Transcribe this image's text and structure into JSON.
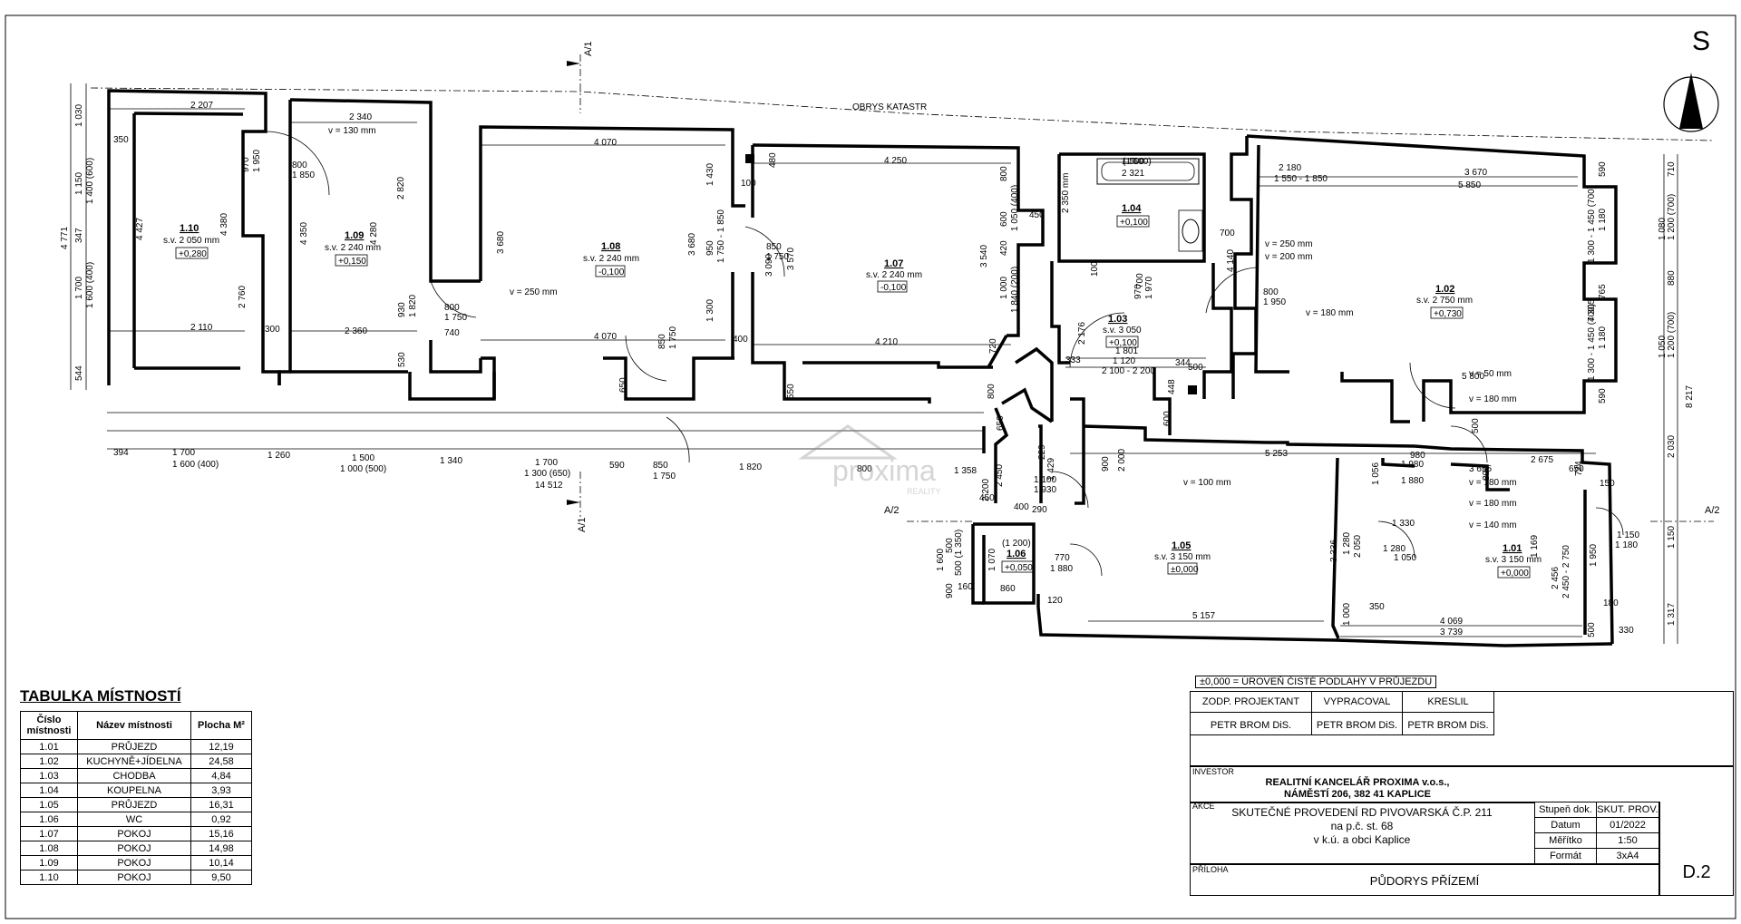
{
  "north_label": "S",
  "cadastre_label": "OBRYS KATASTR",
  "section_marks": {
    "a1": "A/1",
    "a2": "A/2"
  },
  "watermark": {
    "brand": "proxima",
    "sub": "REALITY"
  },
  "rooms": [
    {
      "num": "1.10",
      "sv": "s.v. 2 050 mm",
      "lvl": "+0,280"
    },
    {
      "num": "1.09",
      "sv": "s.v. 2 240 mm",
      "lvl": "+0,150"
    },
    {
      "num": "1.08",
      "sv": "s.v. 2 240 mm",
      "lvl": "-0,100"
    },
    {
      "num": "1.07",
      "sv": "s.v. 2 240 mm",
      "lvl": "-0,100"
    },
    {
      "num": "1.04",
      "sv": "",
      "lvl": "+0,100"
    },
    {
      "num": "1.03",
      "sv": "s.v. 3 050",
      "lvl": "+0,100"
    },
    {
      "num": "1.02",
      "sv": "s.v. 2 750 mm",
      "lvl": "+0,730"
    },
    {
      "num": "1.05",
      "sv": "s.v. 3 150 mm",
      "lvl": "±0,000"
    },
    {
      "num": "1.06",
      "sv": "",
      "lvl": "+0,050"
    },
    {
      "num": "1.01",
      "sv": "s.v. 3 150 mm",
      "lvl": "+0,000"
    }
  ],
  "dims": [
    "2 207",
    "2 340",
    "4 070",
    "4 250",
    "2 180",
    "3 670",
    "5 850",
    "1 550 - 1 850",
    "2 110",
    "2 360",
    "4 070",
    "4 210",
    "300",
    "740",
    "800",
    "1 750",
    "1 030",
    "1 150",
    "1 400 (600)",
    "347",
    "1 700",
    "1 600 (400)",
    "544",
    "4 771",
    "4 427",
    "4 380",
    "2 760",
    "350",
    "970",
    "1 950",
    "800",
    "1 850",
    "4 350",
    "4 280",
    "2 820",
    "930",
    "1 820",
    "530",
    "3 680",
    "3 680",
    "1 430",
    "950",
    "1 750 - 1 850",
    "1 300",
    "400",
    "100",
    "480",
    "850",
    "1 750",
    "3 570",
    "3 090",
    "800",
    "1 050 (400)",
    "600",
    "420",
    "3 540",
    "1 000",
    "1 840 (200)",
    "720",
    "450",
    "550",
    "650",
    "850",
    "1 750",
    "1 500",
    "2 321",
    "2 350 mm",
    "700",
    "970",
    "1 970",
    "1 801",
    "1 120",
    "2 100 - 2 200",
    "333",
    "344",
    "500",
    "448",
    "2 176",
    "100",
    "700",
    "4 140",
    "800",
    "1 950",
    "590",
    "1 180",
    "1 300 - 1 450 (700)",
    "765",
    "4 305",
    "1 180",
    "1 300 - 1 450 (700)",
    "590",
    "710",
    "1 080",
    "1 200 (700)",
    "880",
    "1 050",
    "1 200 (700)",
    "8 217",
    "2 030",
    "1 150",
    "1 317",
    "394",
    "1 700",
    "1 600 (400)",
    "1 260",
    "1 500",
    "1 000 (500)",
    "1 340",
    "1 700",
    "1 300 (650)",
    "14 512",
    "590",
    "850",
    "1 750",
    "1 820",
    "800",
    "1 358",
    "800",
    "600",
    "650",
    "5 253",
    "900",
    "2 000",
    "1 429",
    "2 675",
    "3 655",
    "650",
    "150",
    "724",
    "980",
    "1 880",
    "1 980",
    "800",
    "1 330",
    "1 280",
    "1 050",
    "3 336",
    "1 280",
    "2 050",
    "350",
    "1 000",
    "5 157",
    "4 069",
    "3 739",
    "500",
    "330",
    "180",
    "1 169",
    "2 456",
    "2 450 - 2 750",
    "1 950",
    "1 150",
    "1 180",
    "1 600",
    "900",
    "500",
    "500 (1 350)",
    "160",
    "1 070",
    "860",
    "120",
    "770",
    "1 880",
    "1 100",
    "1 930",
    "290",
    "229",
    "450",
    "400",
    "2 200",
    "2 450",
    "5 800",
    "500",
    "1 056"
  ],
  "annotations": [
    "v = 130 mm",
    "v = 250 mm",
    "v = 250 mm",
    "v = 200 mm",
    "v = 180 mm",
    "v = 50 mm",
    "v = 180 mm",
    "v = 100 mm",
    "v = 180 mm",
    "v = 180 mm",
    "v = 140 mm",
    "(1 500)",
    "(1 200)"
  ],
  "room_table": {
    "title": "TABULKA MÍSTNOSTÍ",
    "headers": [
      "Číslo místnosti",
      "Název místnosti",
      "Plocha M²"
    ],
    "rows": [
      [
        "1.01",
        "PRŮJEZD",
        "12,19"
      ],
      [
        "1.02",
        "KUCHYNĚ+JÍDELNA",
        "24,58"
      ],
      [
        "1.03",
        "CHODBA",
        "4,84"
      ],
      [
        "1.04",
        "KOUPELNA",
        "3,93"
      ],
      [
        "1.05",
        "PRŮJEZD",
        "16,31"
      ],
      [
        "1.06",
        "WC",
        "0,92"
      ],
      [
        "1.07",
        "POKOJ",
        "15,16"
      ],
      [
        "1.08",
        "POKOJ",
        "14,98"
      ],
      [
        "1.09",
        "POKOJ",
        "10,14"
      ],
      [
        "1.10",
        "POKOJ",
        "9,50"
      ]
    ]
  },
  "title_block": {
    "level_note": "±0,000 = ÚROVEŇ ČISTÉ PODLAHY V PRŮJEZDU",
    "role_headers": [
      "ZODP. PROJEKTANT",
      "VYPRACOVAL",
      "KRESLIL"
    ],
    "role_names": [
      "PETR BROM DiS.",
      "PETR BROM DiS.",
      "PETR BROM DiS."
    ],
    "investor_label": "INVESTOR",
    "investor_line1": "REALITNÍ KANCELÁŘ PROXIMA v.o.s.,",
    "investor_line2": "NÁMĚSTÍ 206, 382 41 KAPLICE",
    "akce_label": "AKCE",
    "akce_line1": "SKUTEČNÉ PROVEDENÍ RD PIVOVARSKÁ Č.P. 211",
    "akce_line2": "na p.č. st. 68",
    "akce_line3": "v k.ú. a obci Kaplice",
    "meta": [
      {
        "label": "Stupeň dok.",
        "value": "SKUT. PROV."
      },
      {
        "label": "Datum",
        "value": "01/2022"
      },
      {
        "label": "Měřítko",
        "value": "1:50"
      },
      {
        "label": "Formát",
        "value": "3xA4"
      }
    ],
    "priloha_label": "PŘÍLOHA",
    "drawing_name": "PŮDORYS PŘÍZEMÍ",
    "drawing_number": "D.2"
  }
}
